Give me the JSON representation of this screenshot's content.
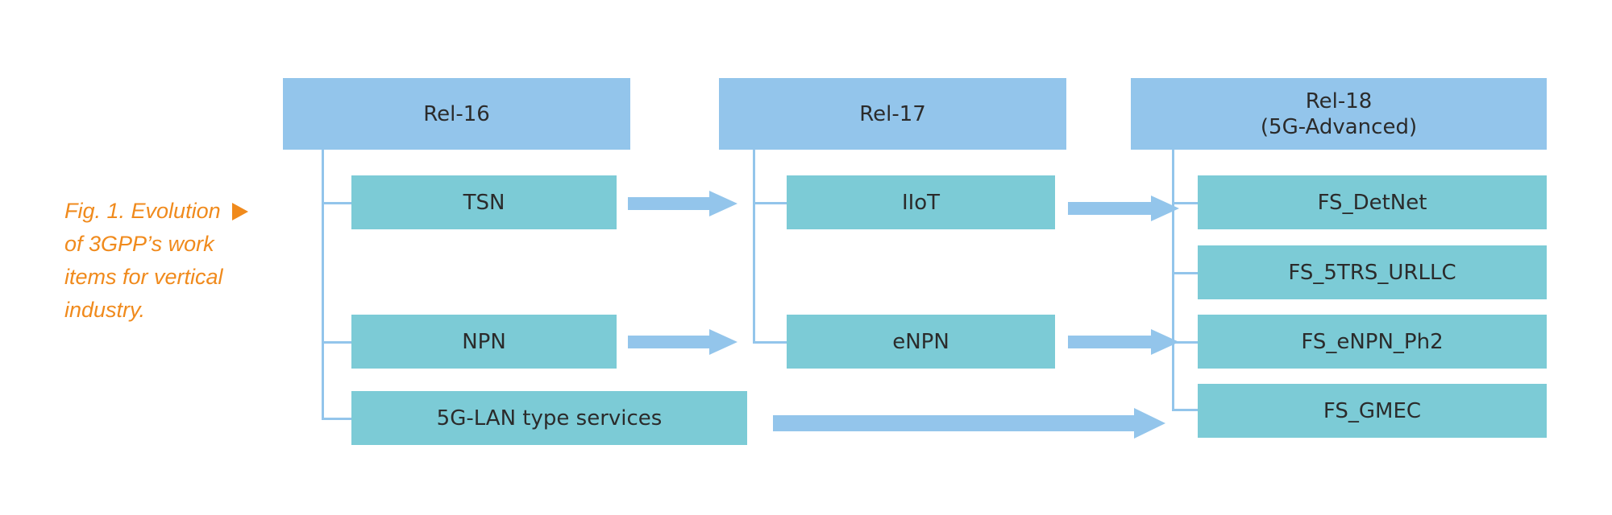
{
  "caption": {
    "lines": [
      "Fig. 1. Evolution",
      "of 3GPP’s work",
      "items for vertical",
      "industry."
    ],
    "color": "#f08a1c"
  },
  "colors": {
    "header_fill": "#93c5eb",
    "item_fill": "#7ccbd6",
    "connector": "#93c5eb",
    "text": "#2b2b2b"
  },
  "releases": [
    {
      "lines": [
        "Rel-16"
      ],
      "items": [
        "TSN",
        "NPN",
        "5G-LAN type services"
      ]
    },
    {
      "lines": [
        "Rel-17"
      ],
      "items": [
        "IIoT",
        "eNPN"
      ]
    },
    {
      "lines": [
        "Rel-18",
        "(5G-Advanced)"
      ],
      "items": [
        "FS_DetNet",
        "FS_5TRS_URLLC",
        "FS_eNPN_Ph2",
        "FS_GMEC"
      ]
    }
  ],
  "transitions": [
    {
      "from": "TSN",
      "to": "IIoT"
    },
    {
      "from": "NPN",
      "to": "eNPN"
    },
    {
      "from": "IIoT",
      "to": "FS_DetNet"
    },
    {
      "from": "eNPN",
      "to": "FS_eNPN_Ph2"
    },
    {
      "from": "5G-LAN type services",
      "to": "FS_GMEC"
    }
  ]
}
